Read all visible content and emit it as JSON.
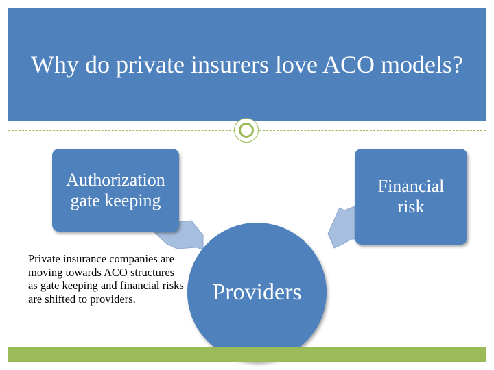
{
  "title": "Why do private insurers love ACO models?",
  "boxes": {
    "authorization": {
      "line1": "Authorization",
      "line2": "gate keeping"
    },
    "financial": {
      "line1": "Financial",
      "line2": "risk"
    }
  },
  "center": "Providers",
  "note": "Private insurance companies are moving towards ACO structures as gate keeping and financial risks are shifted to providers.",
  "colors": {
    "header": "#4f81bd",
    "shape": "#4f81bd",
    "arrow": "#a7bfdf",
    "accent": "#9bbb59"
  }
}
